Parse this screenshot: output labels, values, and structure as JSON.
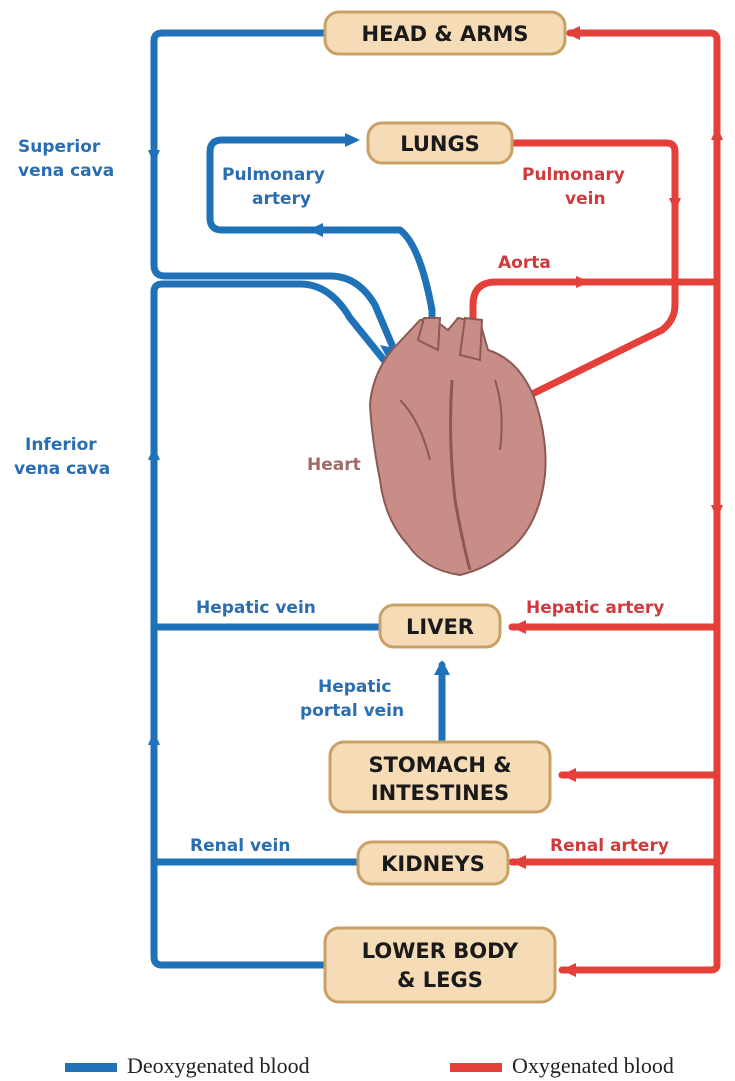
{
  "organs": {
    "head_arms": "HEAD & ARMS",
    "lungs": "LUNGS",
    "liver": "LIVER",
    "stomach_line1": "STOMACH &",
    "stomach_line2": "INTESTINES",
    "kidneys": "KIDNEYS",
    "lower_line1": "LOWER BODY",
    "lower_line2": "& LEGS"
  },
  "labels": {
    "superior_line1": "Superior",
    "superior_line2": "vena cava",
    "inferior_line1": "Inferior",
    "inferior_line2": "vena cava",
    "pulm_artery_line1": "Pulmonary",
    "pulm_artery_line2": "artery",
    "pulm_vein_line1": "Pulmonary",
    "pulm_vein_line2": "vein",
    "aorta": "Aorta",
    "heart": "Heart",
    "hepatic_vein": "Hepatic vein",
    "hepatic_artery": "Hepatic artery",
    "hepatic_portal_line1": "Hepatic",
    "hepatic_portal_line2": "portal vein",
    "renal_vein": "Renal vein",
    "renal_artery": "Renal artery"
  },
  "legend": {
    "deoxygenated": "Deoxygenated blood",
    "oxygenated": "Oxygenated blood"
  },
  "colors": {
    "deoxygenated": "#1f72b8",
    "oxygenated": "#e53f3a",
    "organ_fill": "#f5dcb6",
    "heart": "#c98d88"
  }
}
